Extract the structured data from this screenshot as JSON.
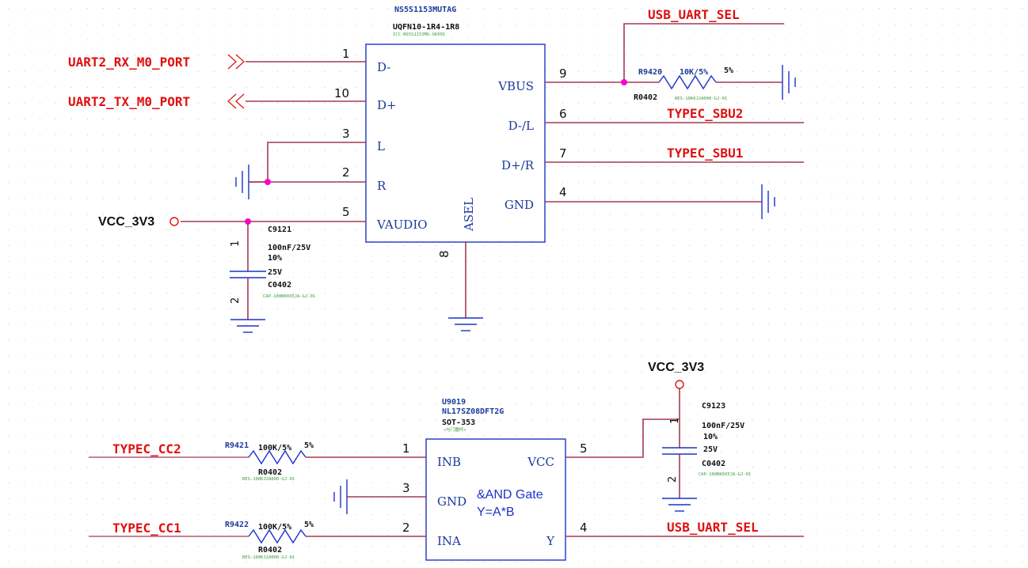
{
  "u_top": {
    "part": "NS5S1153MUTAG",
    "package": "UQFN10-1R4-1R8",
    "code": "ICC-NS5S1153MU-GK001",
    "pins": {
      "d_minus": {
        "name": "D-",
        "num": "1"
      },
      "d_plus": {
        "name": "D+",
        "num": "10"
      },
      "l": {
        "name": "L",
        "num": "3"
      },
      "r": {
        "name": "R",
        "num": "2"
      },
      "vaudio": {
        "name": "VAUDIO",
        "num": "5"
      },
      "vbus": {
        "name": "VBUS",
        "num": "9"
      },
      "dl": {
        "name": "D-/L",
        "num": "6"
      },
      "dr": {
        "name": "D+/R",
        "num": "7"
      },
      "gnd": {
        "name": "GND",
        "num": "4"
      },
      "asel": {
        "name": "ASEL",
        "num": "8"
      }
    }
  },
  "nets": {
    "uart2_rx": "UART2_RX_M0_PORT",
    "uart2_tx": "UART2_TX_M0_PORT",
    "usb_uart_sel_top": "USB_UART_SEL",
    "typec_sbu2": "TYPEC_SBU2",
    "typec_sbu1": "TYPEC_SBU1",
    "vcc_left": "VCC_3V3",
    "vcc_right": "VCC_3V3",
    "typec_cc2": "TYPEC_CC2",
    "typec_cc1": "TYPEC_CC1",
    "usb_uart_sel_bottom": "USB_UART_SEL"
  },
  "r9420": {
    "ref": "R9420",
    "value": "10K/5%",
    "tol": "5%",
    "pkg": "R0402",
    "code": "RES-10K0J2A000-GJ-01"
  },
  "c9121": {
    "ref": "C9121",
    "value": "100nF/25V",
    "tol": "10%",
    "volt": "25V",
    "pkg": "C0402",
    "code": "CAP-100NK0X5JA-GJ-01",
    "pin1": "1",
    "pin2": "2"
  },
  "u9019": {
    "ref": "U9019",
    "part": "NL17SZ08DFT2G",
    "package": "SOT-353",
    "code": "<与门器件>",
    "label_line1": "&AND Gate",
    "label_line2": "Y=A*B",
    "pins": {
      "inb": {
        "name": "INB",
        "num": "1"
      },
      "gnd": {
        "name": "GND",
        "num": "3"
      },
      "ina": {
        "name": "INA",
        "num": "2"
      },
      "vcc": {
        "name": "VCC",
        "num": "5"
      },
      "y": {
        "name": "Y",
        "num": "4"
      }
    }
  },
  "c9123": {
    "ref": "C9123",
    "value": "100nF/25V",
    "tol": "10%",
    "volt": "25V",
    "pkg": "C0402",
    "code": "CAP-100NK0X5JA-GJ-01",
    "pin1": "1",
    "pin2": "2"
  },
  "r9421": {
    "ref": "R9421",
    "value": "100K/5%",
    "tol": "5%",
    "pkg": "R0402",
    "code": "RES-100KJ2A000-GJ-01"
  },
  "r9422": {
    "ref": "R9422",
    "value": "100K/5%",
    "tol": "5%",
    "pkg": "R0402",
    "code": "RES-100KJ2A000-GJ-01"
  },
  "colors": {
    "wire": "#a33a50",
    "body": "#1c33c9",
    "net": "#e01010",
    "junction": "#ff00d4",
    "code": "#3a9a3a"
  }
}
